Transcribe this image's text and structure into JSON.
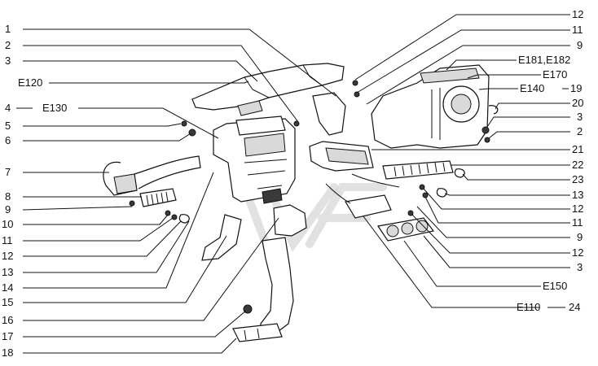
{
  "diagram": {
    "left_labels": [
      "1",
      "2",
      "3",
      "E120",
      "4",
      "E130",
      "5",
      "6",
      "7",
      "8",
      "9",
      "10",
      "11",
      "12",
      "13",
      "14",
      "15",
      "16",
      "17",
      "18"
    ],
    "right_labels": [
      "12",
      "11",
      "9",
      "E181,E182",
      "E170",
      "E140",
      "19",
      "20",
      "3",
      "2",
      "21",
      "22",
      "23",
      "13",
      "12",
      "11",
      "9",
      "12",
      "3",
      "E150",
      "E110",
      "24"
    ],
    "colors": {
      "ink": "#111111",
      "background": "#ffffff",
      "watermark": "#c8c8c8"
    }
  }
}
